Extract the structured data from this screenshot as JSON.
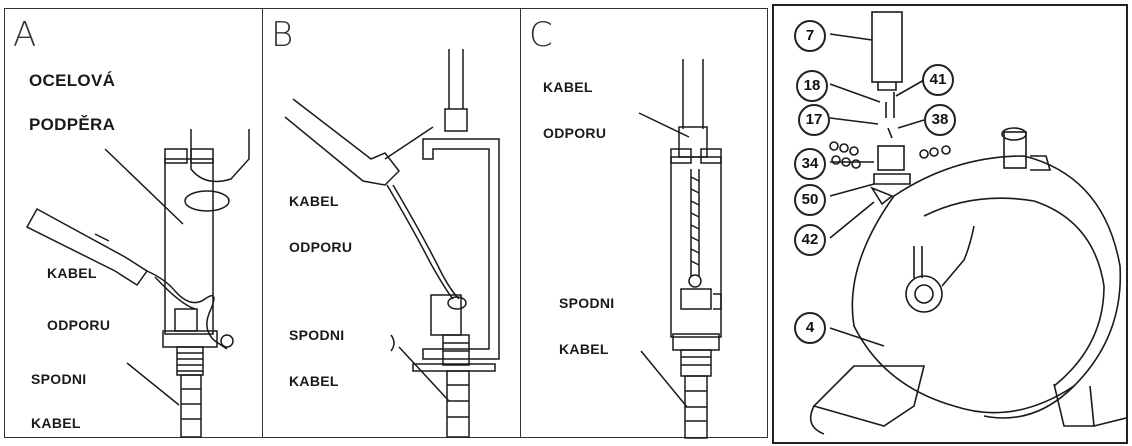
{
  "panels": {
    "a": {
      "letter": "A",
      "label_line1": "OCELOVÁ",
      "label_line2": "PODPĚRA",
      "label_line3": "KABEL",
      "label_line4": "ODPORU",
      "label_line5": "SPODNI",
      "label_line6": "KABEL"
    },
    "b": {
      "letter": "B",
      "label_line1": "KABEL",
      "label_line2": "ODPORU",
      "label_line3": "SPODNI",
      "label_line4": "KABEL"
    },
    "c": {
      "letter": "C",
      "label_line1": "KABEL",
      "label_line2": "ODPORU",
      "label_line3": "SPODNI",
      "label_line4": "KABEL"
    },
    "d": {
      "callouts": [
        "7",
        "18",
        "41",
        "17",
        "38",
        "34",
        "50",
        "42",
        "4"
      ]
    }
  },
  "colors": {
    "line": "#1a1a1a",
    "fill": "#ffffff"
  }
}
